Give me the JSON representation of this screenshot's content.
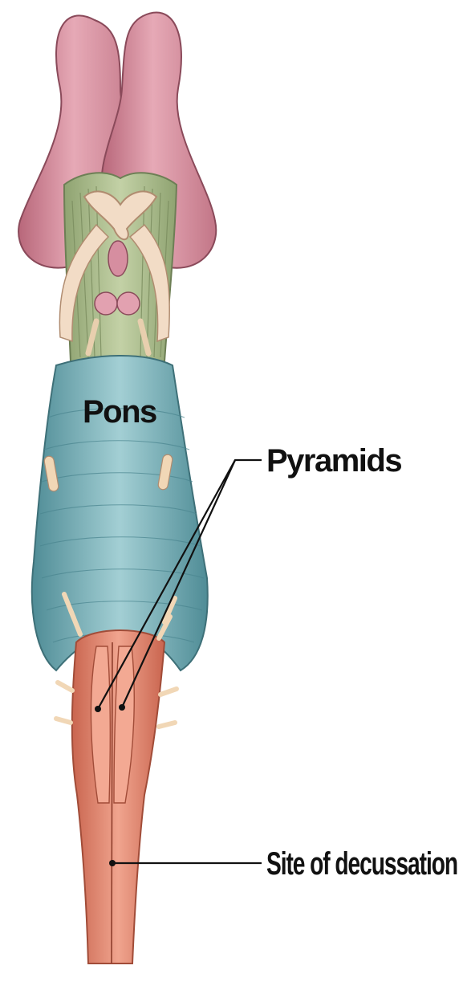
{
  "diagram": {
    "labels": {
      "pons": "Pons",
      "pyramids": "Pyramids",
      "decussation": "Site of decussation"
    },
    "colors": {
      "cerebral_peduncle_pink": "#d98fa0",
      "crus_green": "#a9bb8c",
      "pons_teal": "#7fb3bb",
      "medulla_salmon": "#e08670",
      "nerve_cream": "#f1d7b6"
    }
  }
}
